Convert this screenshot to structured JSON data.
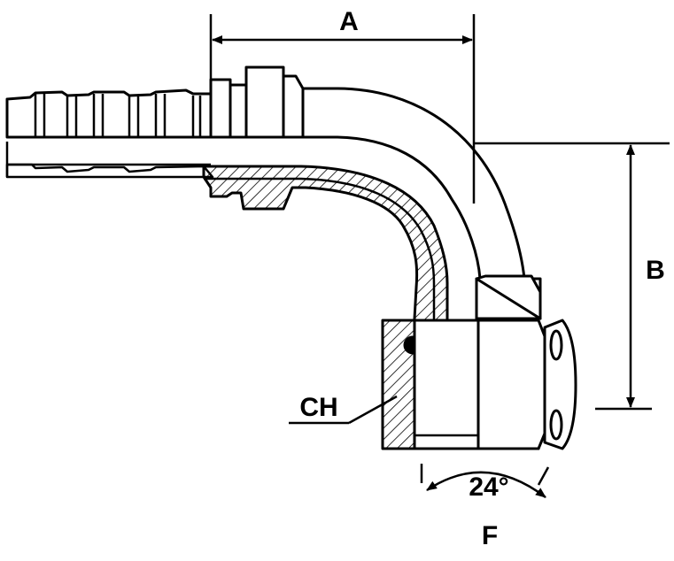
{
  "labels": {
    "a": "A",
    "b": "B",
    "ch": "CH",
    "f": "F",
    "angle": "24°"
  },
  "colors": {
    "line": "#000000",
    "background": "#ffffff"
  }
}
